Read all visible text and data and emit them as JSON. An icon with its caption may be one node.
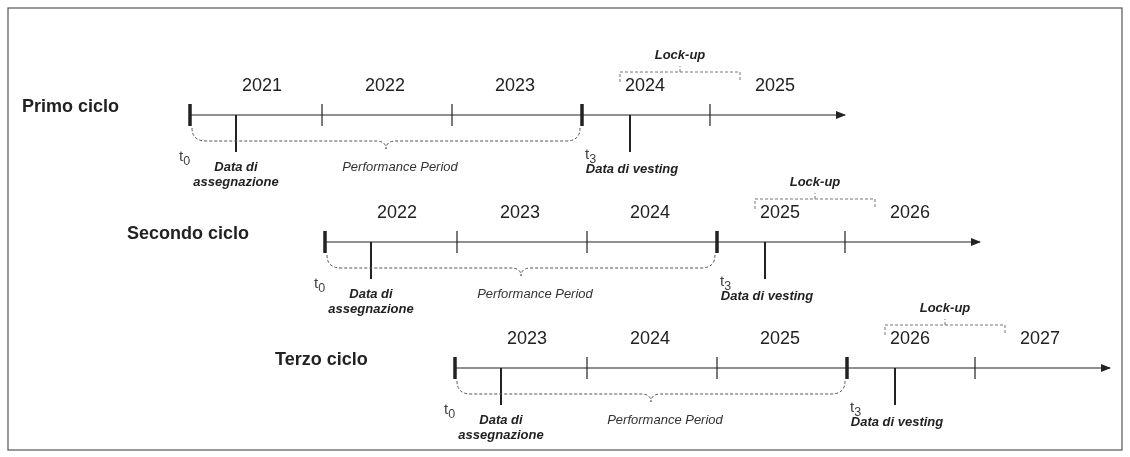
{
  "diagram": {
    "labels": [
      "Lock-up",
      "2021",
      "2022",
      "2023",
      "2024",
      "2025",
      "Primo ciclo",
      "t$_{0}$",
      "t$_{3}$",
      "Data di assegnazione",
      "Performance Period",
      "Data di vesting",
      "Lock-up",
      "2022",
      "2023",
      "2024",
      "2025",
      "2026",
      "Secondo ciclo",
      "t$_{0}$",
      "t$_{3}$",
      "Data di assegnazione",
      "Performance Period",
      "Data di vesting",
      "Lock-up",
      "2023",
      "2024",
      "2025",
      "2026",
      "2027",
      "Terzo ciclo",
      "t$_{0}$",
      "t$_{3}$",
      "Data di assegnazione",
      "Performance Period",
      "Data di vesting"
    ]
  }
}
